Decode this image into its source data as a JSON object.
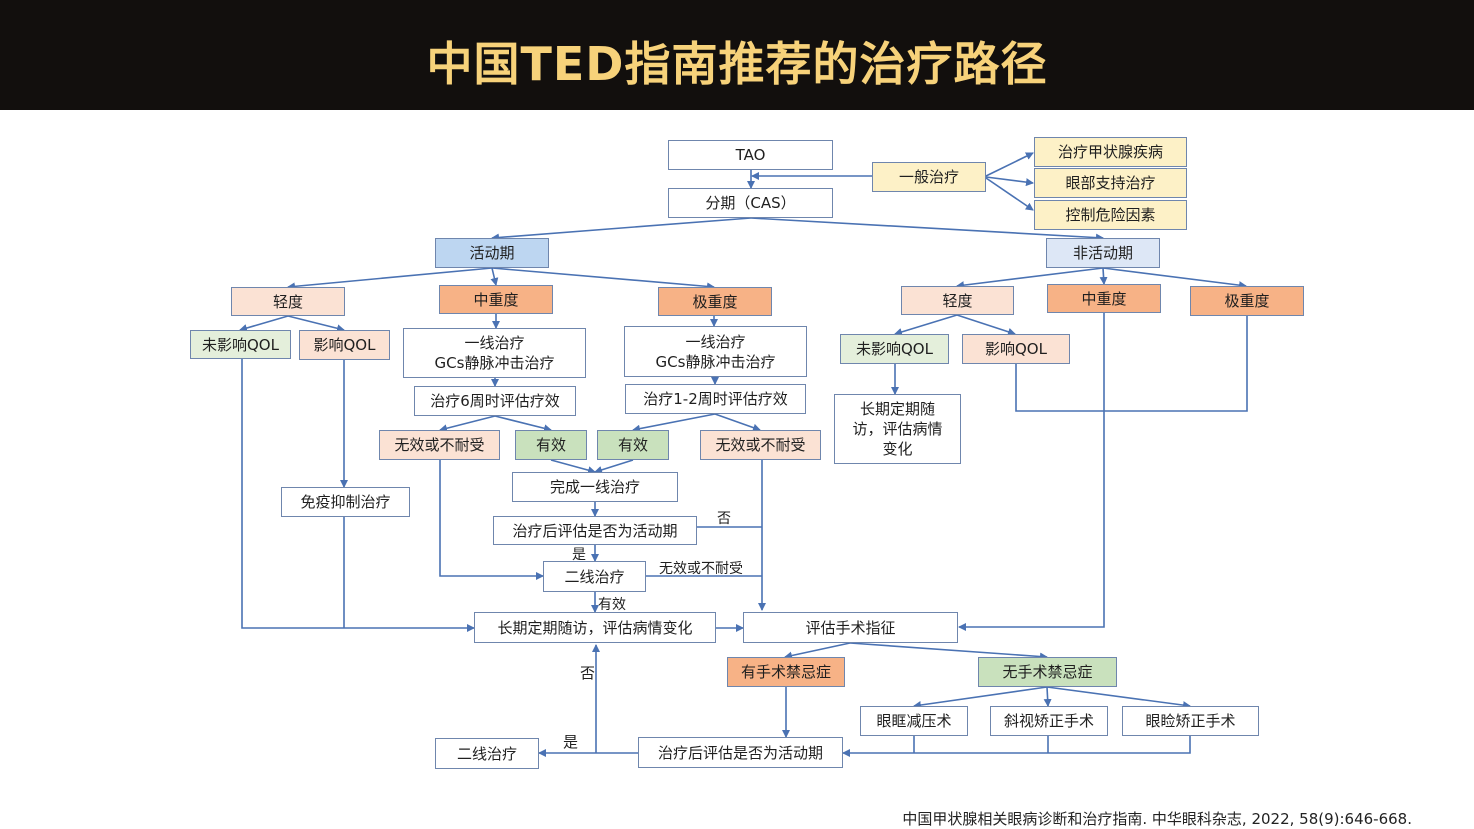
{
  "title": "中国TED指南推荐的治疗路径",
  "citation": "中国甲状腺相关眼病诊断和治疗指南. 中华眼科杂志, 2022, 58(9):646-668.",
  "nodes": {
    "tao": "TAO",
    "general_treatment": "一般治疗",
    "thyroid": "治疗甲状腺疾病",
    "eye_support": "眼部支持治疗",
    "risk_control": "控制危险因素",
    "staging": "分期（CAS）",
    "active": "活动期",
    "inactive": "非活动期",
    "a_mild": "轻度",
    "a_moderate": "中重度",
    "a_severe": "极重度",
    "a_no_qol": "未影响QOL",
    "a_qol": "影响QOL",
    "line1_a_1": "一线治疗",
    "line1_a_2": "GCs静脉冲击治疗",
    "line1_b_1": "一线治疗",
    "line1_b_2": "GCs静脉冲击治疗",
    "eval6w": "治疗6周时评估疗效",
    "eval12w": "治疗1-2周时评估疗效",
    "ineffective_a": "无效或不耐受",
    "effective_a": "有效",
    "effective_b": "有效",
    "ineffective_b": "无效或不耐受",
    "immuno": "免疫抑制治疗",
    "complete": "完成一线治疗",
    "post_eval": "治疗后评估是否为活动期",
    "line2": "二线治疗",
    "followup": "长期定期随访，评估病情变化",
    "surgery_eval": "评估手术指征",
    "contra": "有手术禁忌症",
    "no_contra": "无手术禁忌症",
    "orbital": "眼眶减压术",
    "strabismus": "斜视矫正手术",
    "eyelid": "眼睑矫正手术",
    "post_eval2": "治疗后评估是否为活动期",
    "line2_b": "二线治疗",
    "i_mild": "轻度",
    "i_moderate": "中重度",
    "i_severe": "极重度",
    "i_no_qol": "未影响QOL",
    "i_qol": "影响QOL",
    "i_followup_1": "长期定期随",
    "i_followup_2": "访，评估病情",
    "i_followup_3": "变化"
  },
  "labels": {
    "no_1": "否",
    "yes_1": "是",
    "ineffective_line": "无效或不耐受",
    "effective_line": "有效",
    "no_2": "否",
    "yes_2": "是"
  },
  "colors": {
    "header_bg": "#120f0d",
    "title_text": "#f7d27a",
    "arrow": "#4a72b3"
  }
}
